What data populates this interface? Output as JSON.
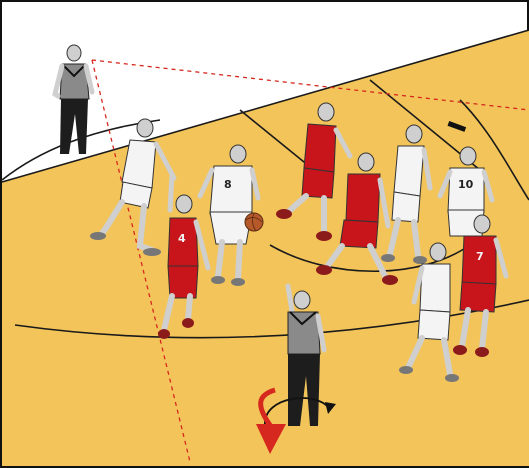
{
  "colors": {
    "court": "#f2c45a",
    "court_line": "#1a1a1a",
    "offense_jersey": "#f4f4f4",
    "defense_jersey": "#c8141b",
    "skin": "#cfcfcf",
    "referee_shirt": "#8a8a8a",
    "referee_pants": "#1d1d1d",
    "vision_line": "#d6281e",
    "movement_arrow": "#d6281e",
    "ball": "#b5582a"
  },
  "players": {
    "white_8": {
      "number": "8"
    },
    "white_10": {
      "number": "10"
    },
    "red_4": {
      "number": "4"
    },
    "red_7": {
      "number": "7"
    }
  }
}
